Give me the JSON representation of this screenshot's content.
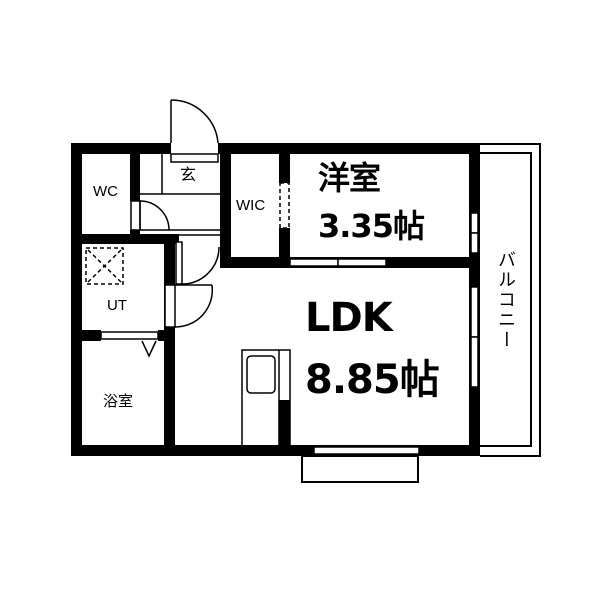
{
  "floorplan": {
    "rooms": [
      {
        "id": "wc",
        "label": "WC"
      },
      {
        "id": "entrance",
        "label": "玄"
      },
      {
        "id": "wic",
        "label": "WIC"
      },
      {
        "id": "western_room",
        "label": "洋室",
        "size": "3.35帖"
      },
      {
        "id": "ut",
        "label": "UT"
      },
      {
        "id": "bath",
        "label": "浴室"
      },
      {
        "id": "ldk",
        "label": "LDK",
        "size": "8.85帖"
      },
      {
        "id": "balcony",
        "label": "バルコニー"
      }
    ],
    "colors": {
      "wall": "#000000",
      "background": "#ffffff"
    }
  }
}
